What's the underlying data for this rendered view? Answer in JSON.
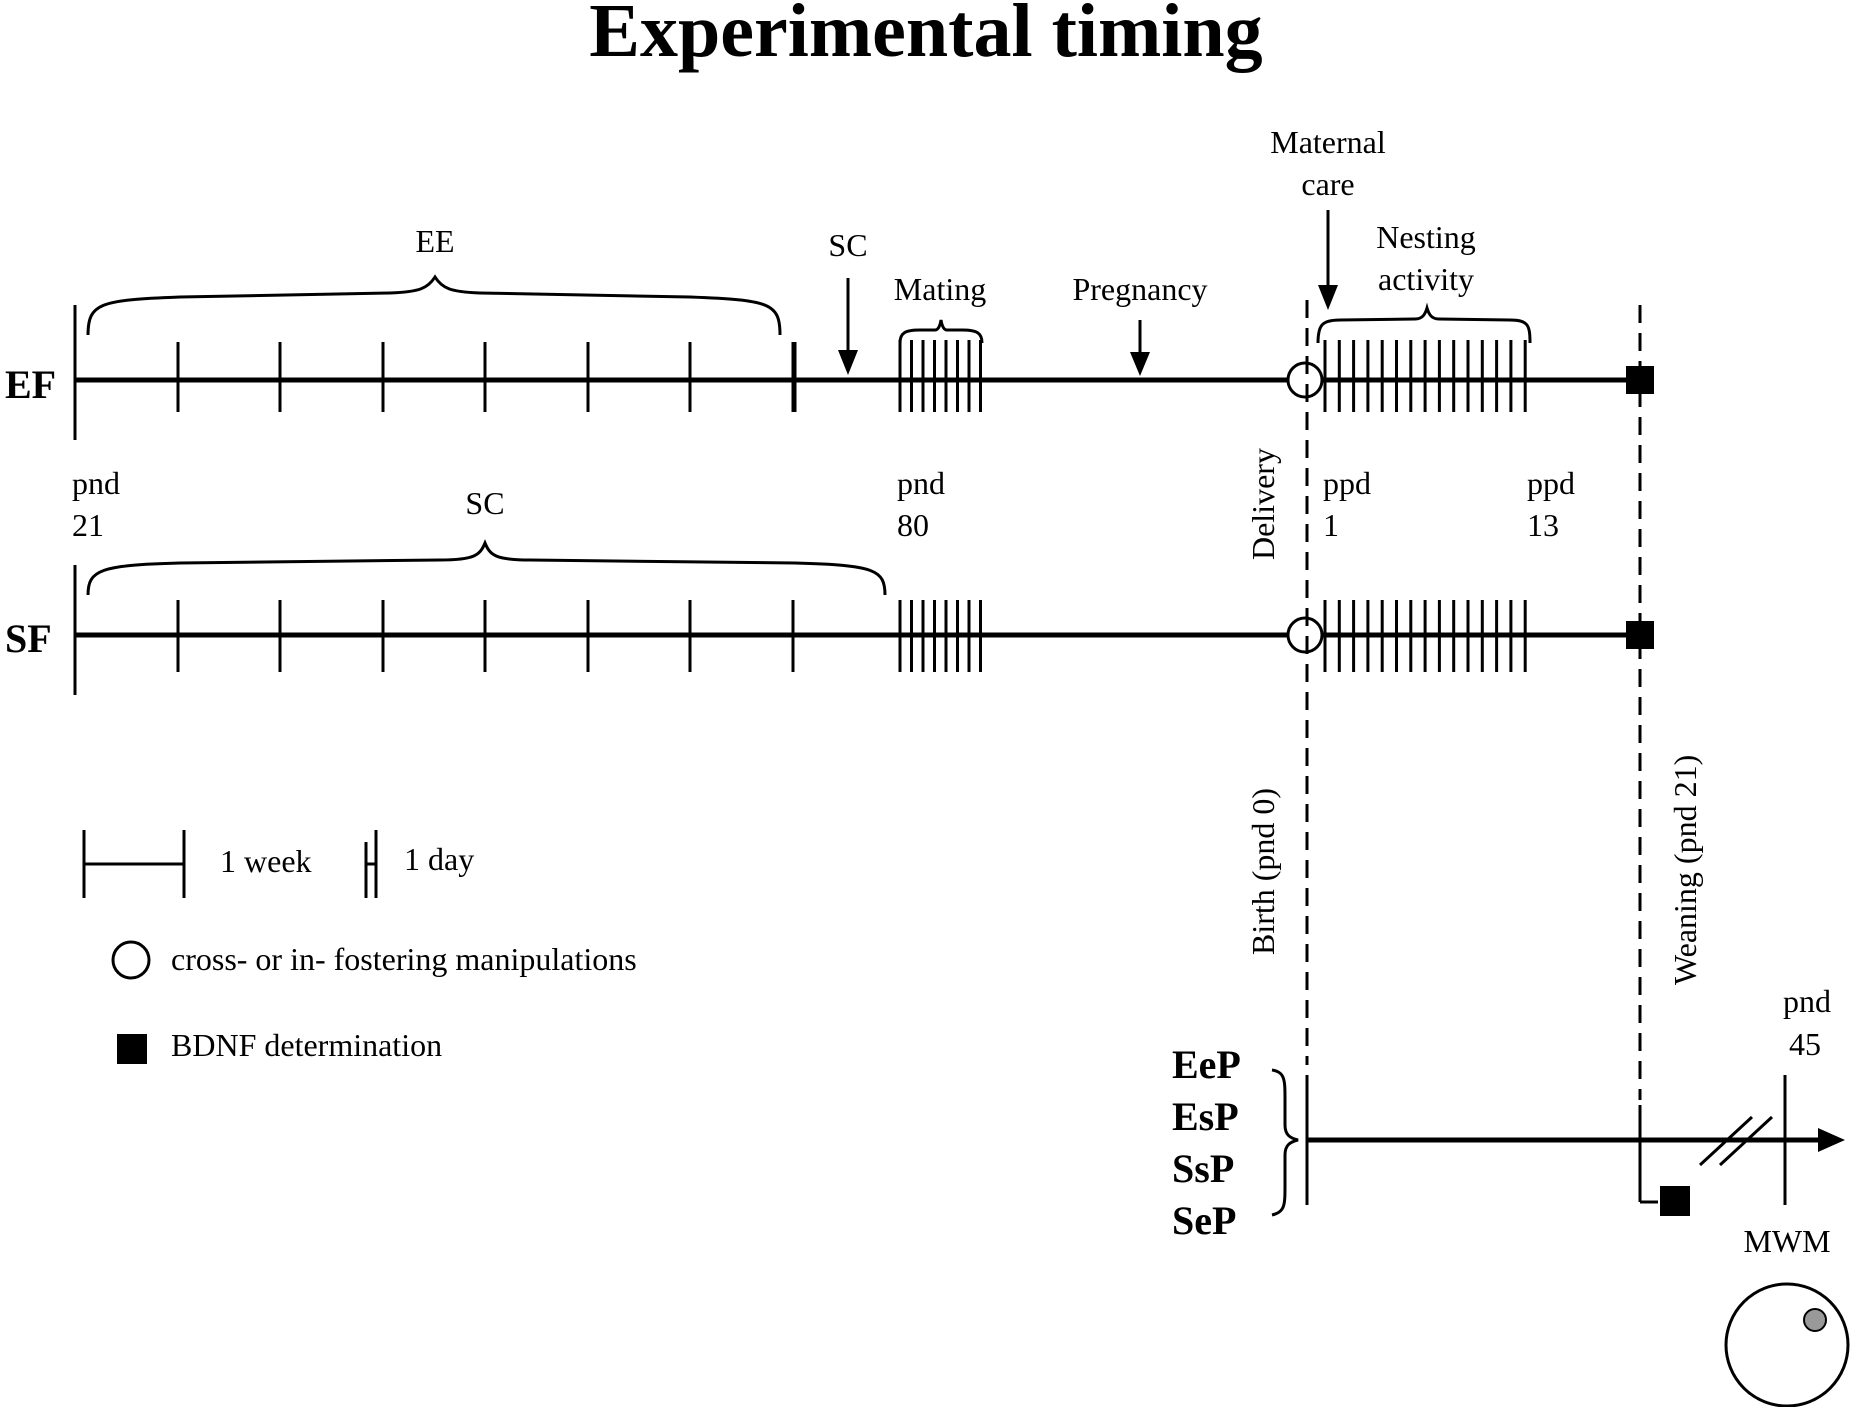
{
  "title": "Experimental timing",
  "rows": {
    "ef": "EF",
    "sf": "SF"
  },
  "annotations": {
    "ee": "EE",
    "sc_arrow": "SC",
    "sc_brace": "SC",
    "mating": "Mating",
    "pregnancy": "Pregnancy",
    "maternal_care_1": "Maternal",
    "maternal_care_2": "care",
    "nesting_1": "Nesting",
    "nesting_2": "activity",
    "delivery": "Delivery",
    "birth": "Birth (pnd 0)",
    "weaning": "Weaning (pnd 21)",
    "mwm": "MWM"
  },
  "timepoints": {
    "pnd21_a": "pnd",
    "pnd21_b": "21",
    "pnd80_a": "pnd",
    "pnd80_b": "80",
    "ppd1_a": "ppd",
    "ppd1_b": "1",
    "ppd13_a": "ppd",
    "ppd13_b": "13",
    "pnd45_a": "pnd",
    "pnd45_b": "45"
  },
  "offspring_groups": [
    "EeP",
    "EsP",
    "SsP",
    "SeP"
  ],
  "legend": {
    "week": "1 week",
    "day": "1 day",
    "fostering": "cross- or in- fostering manipulations",
    "bdnf": "BDNF determination"
  },
  "colors": {
    "line": "#000000",
    "marker_fill": "#000000",
    "fostering_fill": "#ffffff",
    "platform": "#999999"
  }
}
